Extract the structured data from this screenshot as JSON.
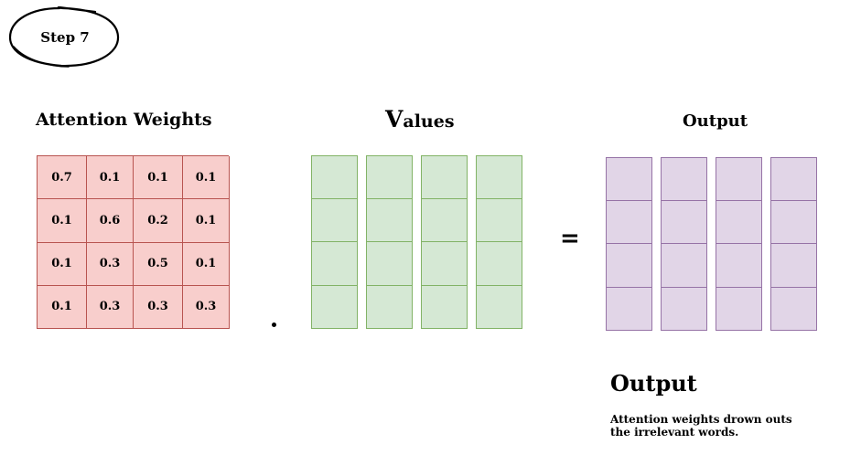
{
  "step_badge": {
    "label": "Step 7"
  },
  "titles": {
    "attention_weights": "Attention Weights",
    "values_first": "V",
    "values_rest": "alues",
    "output": "Output"
  },
  "attention_weights": [
    [
      "0.7",
      "0.1",
      "0.1",
      "0.1"
    ],
    [
      "0.1",
      "0.6",
      "0.2",
      "0.1"
    ],
    [
      "0.1",
      "0.3",
      "0.5",
      "0.1"
    ],
    [
      "0.1",
      "0.3",
      "0.3",
      "0.3"
    ]
  ],
  "operators": {
    "dot": "·",
    "equals": "="
  },
  "output_note": {
    "heading": "Output",
    "text": "Attention weights drown outs the irrelevant words."
  },
  "colors": {
    "weights_fill": "#f8cecc",
    "weights_stroke": "#b85450",
    "values_fill": "#d5e8d4",
    "values_stroke": "#82b366",
    "output_fill": "#e1d5e7",
    "output_stroke": "#9673a6"
  }
}
